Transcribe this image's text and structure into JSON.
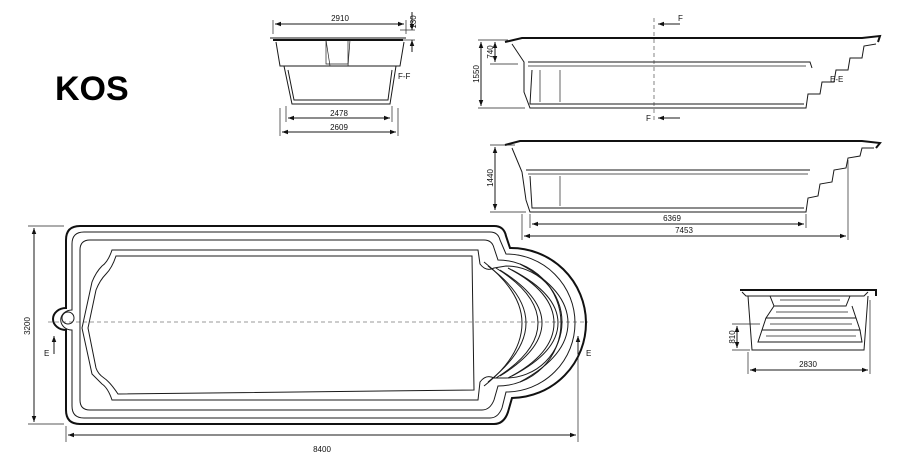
{
  "title": "KOS",
  "labels": {
    "section_ff": "F-F",
    "marker_f": "F",
    "marker_e": "E",
    "section_e": "E-E"
  },
  "dimensions": {
    "top_width": "2910",
    "rim_height": "130",
    "floor_width": "2478",
    "base_width": "2609",
    "step_depth": "740",
    "total_depth": "1550",
    "shallow_depth": "1440",
    "floor_length": "6369",
    "bottom_length": "7453",
    "step_height": "810",
    "step_width": "2830",
    "pool_width": "3200",
    "pool_length": "8400"
  }
}
